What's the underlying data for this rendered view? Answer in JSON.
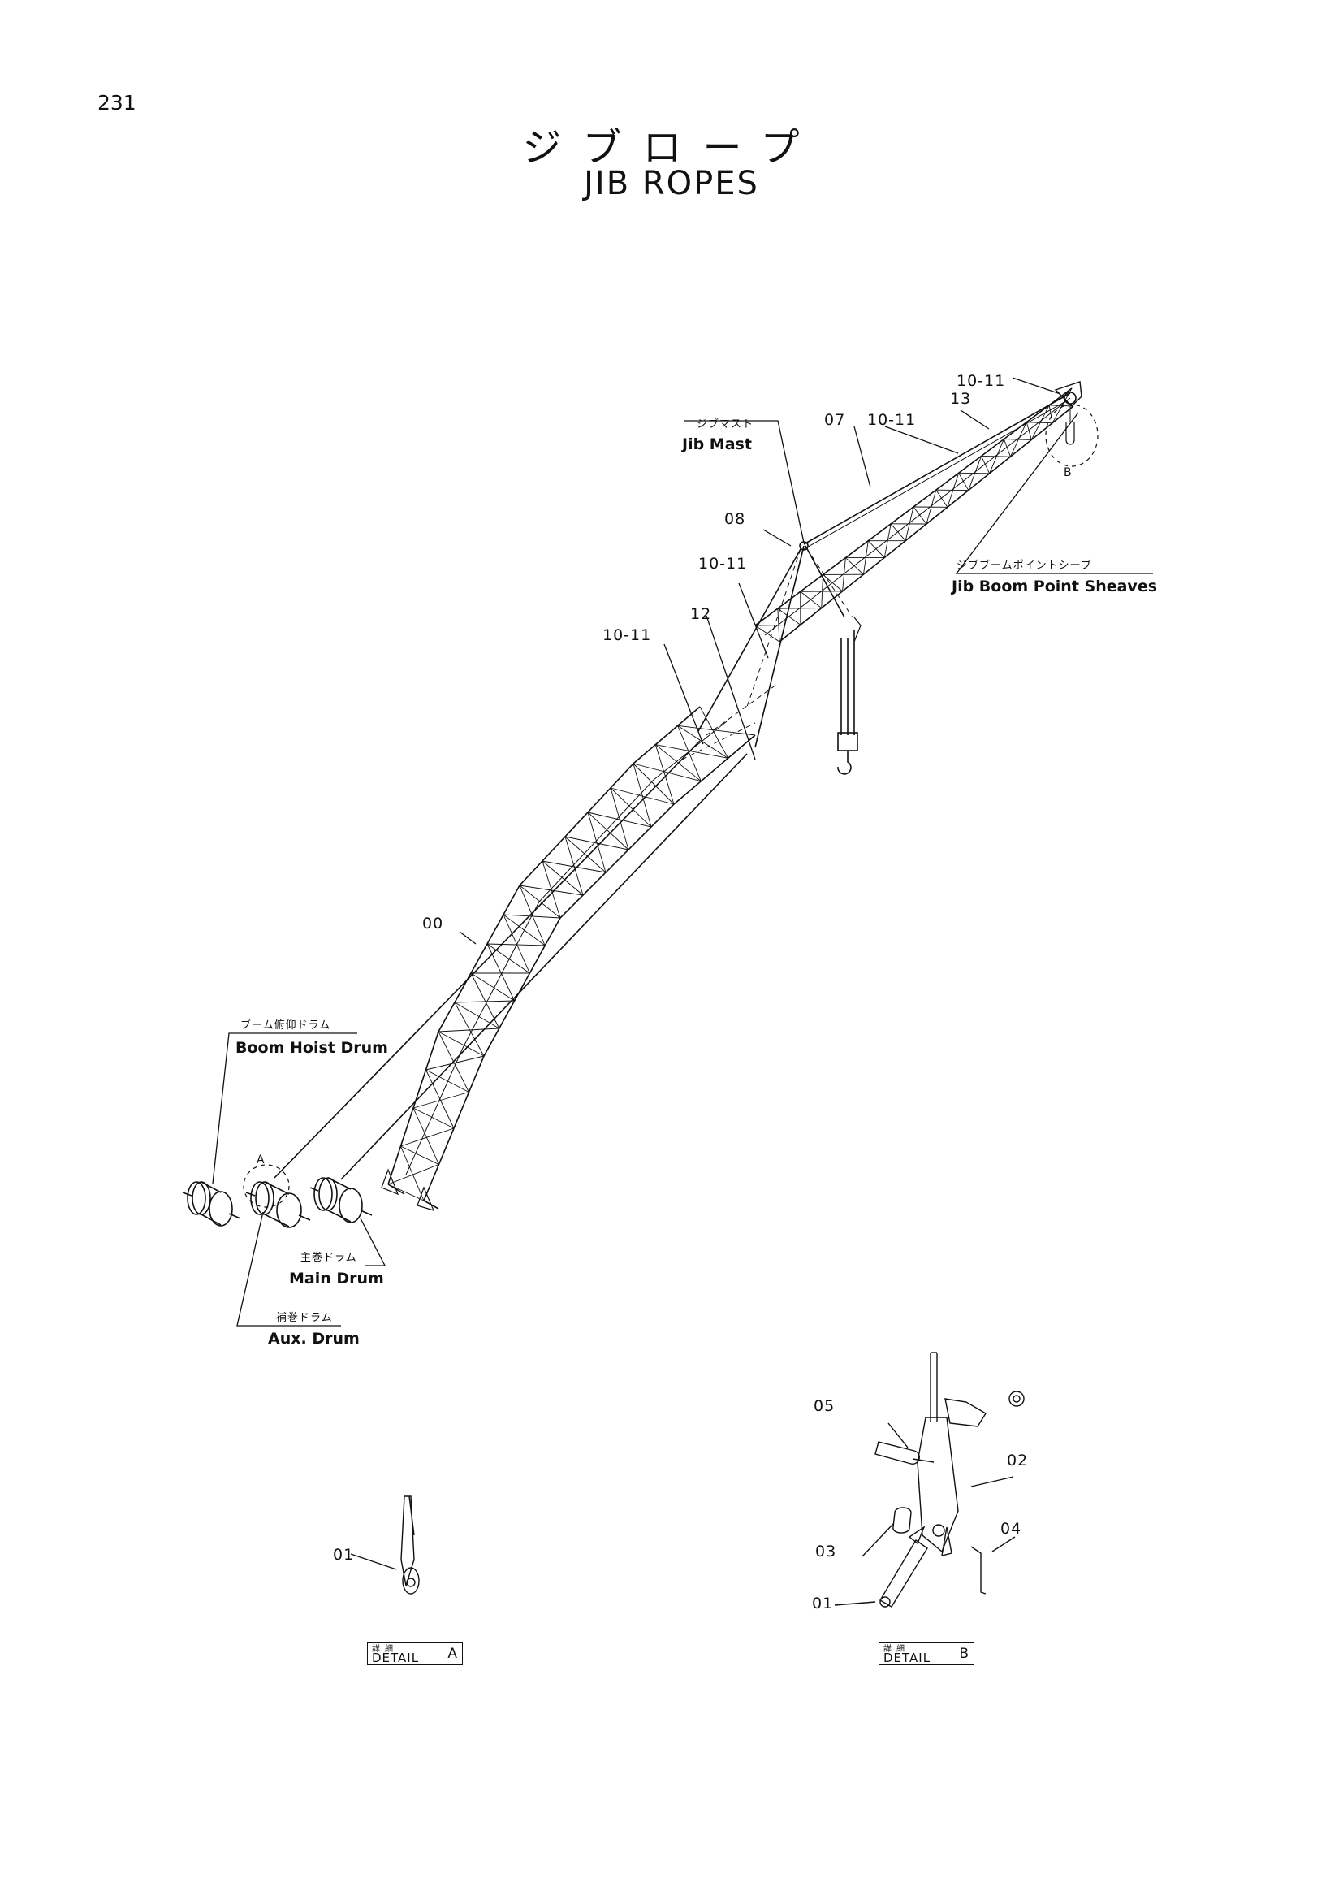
{
  "page_number": "231",
  "title_jp": "ジブロープ",
  "title_en": "JIB ROPES",
  "labels": {
    "jib_mast_jp": "ジブマスト",
    "jib_mast_en": "Jib Mast",
    "jib_point_jp": "ジブブームポイントシーブ",
    "jib_point_en": "Jib Boom Point Sheaves",
    "boom_drum_jp": "ブーム俯仰ドラム",
    "boom_drum_en": "Boom Hoist Drum",
    "main_drum_jp": "主巻ドラム",
    "main_drum_en": "Main Drum",
    "aux_drum_jp": "補巻ドラム",
    "aux_drum_en": "Aux. Drum"
  },
  "callouts": {
    "c00": "00",
    "c07": "07",
    "c08": "08",
    "c12": "12",
    "c13": "13",
    "c10_11": "10-11",
    "c01": "01",
    "c02": "02",
    "c03": "03",
    "c04": "04",
    "c05": "05",
    "mark_a": "A",
    "mark_b": "B"
  },
  "details": {
    "jp": "詳細",
    "en": "DETAIL",
    "a": "A",
    "b": "B"
  }
}
